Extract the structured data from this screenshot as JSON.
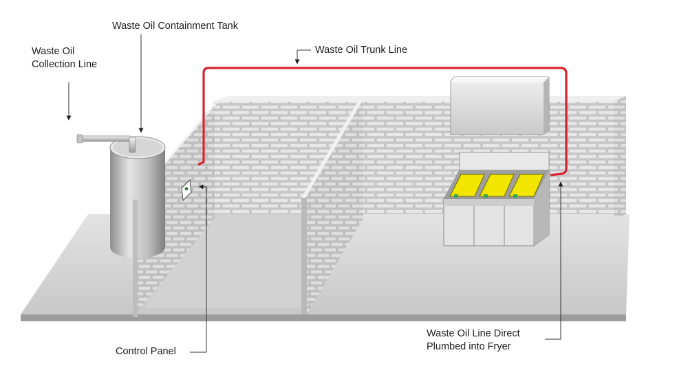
{
  "labels": {
    "collection_line": [
      "Waste Oil",
      "Collection Line"
    ],
    "containment_tank": "Waste Oil Containment Tank",
    "trunk_line": "Waste Oil Trunk Line",
    "control_panel": "Control Panel",
    "fryer_line": [
      "Waste Oil Line Direct",
      "Plumbed into Fryer"
    ]
  },
  "colors": {
    "trunk_line": "#d9232e",
    "fryer_basket": "#f2e600",
    "brick_wall": "#d6d6d6",
    "floor": "#cfcfcf",
    "tank": "#bdbdbd"
  },
  "fryer": {
    "vat_count": 3
  }
}
